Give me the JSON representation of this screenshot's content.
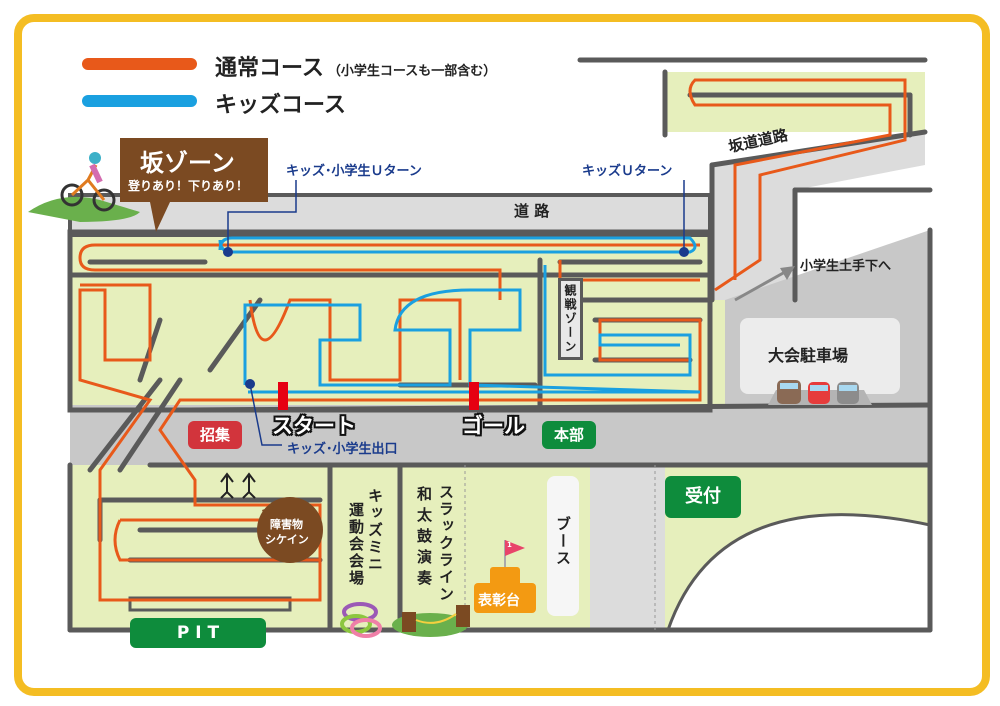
{
  "legend": {
    "items": [
      {
        "label": "通常コース",
        "sub": "（小学生コースも一部含む）",
        "color": "#e8591a"
      },
      {
        "label": "キッズコース",
        "sub": "",
        "color": "#1aa0e0"
      }
    ]
  },
  "slope_zone": {
    "title": "坂ゾーン",
    "subtitle": "登りあり！下りあり！"
  },
  "callouts": {
    "kids_elem_uturn": "キッズ･小学生Ｕターン",
    "kids_uturn": "キッズＵターン",
    "kids_elem_exit": "キッズ･小学生出口"
  },
  "areas": {
    "road": "道 路",
    "slope_road": "坂道道路",
    "to_elem_embankment": "小学生土手下へ",
    "parking": "大会駐車場",
    "spectator_zone": "観戦ゾーン",
    "start": "スタート",
    "goal": "ゴール",
    "gathering": "招集",
    "hq": "本部",
    "reception": "受付",
    "obstacle": "障害物シケイン",
    "obstacle_line1": "障害物",
    "obstacle_line2": "シケイン",
    "pit": "P I T",
    "kids_mini_sports": "キッズミニ運動会会場",
    "kids_mini_col1": "キッズミニ",
    "kids_mini_col2": "運動会会場",
    "taiko_col": "和太鼓演奏",
    "slackline_col": "スラックライン",
    "booth": "ブース",
    "podium": "表彰台",
    "podium_flag": "1"
  },
  "colors": {
    "frame": "#f4bd23",
    "normal_course": "#e8591a",
    "kids_course": "#1aa0e0",
    "grass": "#e6efbc",
    "road": "#c8c8c8",
    "wall": "#5a5a5a",
    "callout": "#1a3b8c",
    "green_badge": "#0e8c3c",
    "red_badge": "#d2343c",
    "brown": "#7b4a22",
    "podium": "#f39a12"
  }
}
